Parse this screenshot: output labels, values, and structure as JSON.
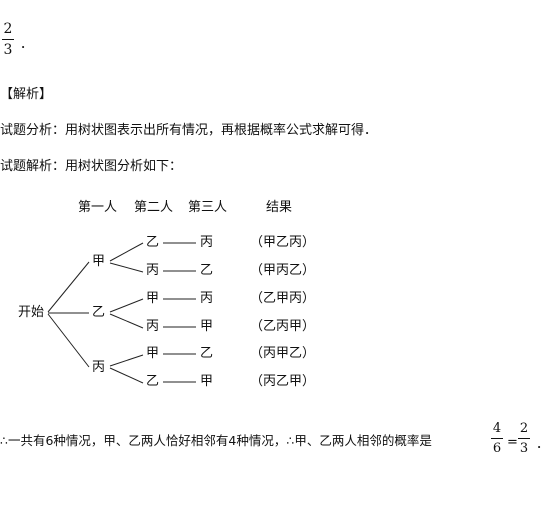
{
  "answer": {
    "numerator": "2",
    "denominator": "3",
    "tail": "．"
  },
  "section_title": "【解析】",
  "analysis": "试题分析：用树状图表示出所有情况，再根据概率公式求解可得．",
  "solution": "试题解析：用树状图分析如下：",
  "tree": {
    "headers": [
      "第一人",
      "第二人",
      "第三人",
      "结果"
    ],
    "root": "开始",
    "level1": [
      "甲",
      "乙",
      "丙"
    ],
    "level2": [
      "乙",
      "丙",
      "甲",
      "丙",
      "甲",
      "乙"
    ],
    "level3": [
      "丙",
      "乙",
      "丙",
      "甲",
      "乙",
      "甲"
    ],
    "results": [
      "（甲乙丙）",
      "（甲丙乙）",
      "（乙甲丙）",
      "（乙丙甲）",
      "（丙甲乙）",
      "（丙乙甲）"
    ]
  },
  "conclusion": {
    "text": "∴一共有6种情况，甲、乙两人恰好相邻有4种情况，∴甲、乙两人相邻的概率是",
    "frac1": {
      "numerator": "4",
      "denominator": "6"
    },
    "equals": "=",
    "frac2": {
      "numerator": "2",
      "denominator": "3"
    },
    "tail": "．"
  }
}
